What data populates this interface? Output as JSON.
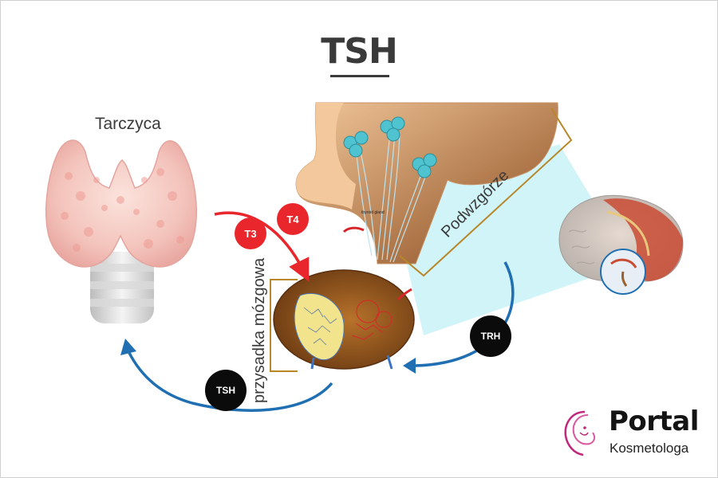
{
  "title": "TSH",
  "labels": {
    "thyroid": "Tarczyca",
    "hypothalamus": "Podwzgórze",
    "pituitary": "przysadka mózgowa",
    "tiny_label": "thyroid gland"
  },
  "hormones": {
    "t3": "T3",
    "t4": "T4",
    "trh": "TRH",
    "tsh": "TSH"
  },
  "logo": {
    "name": "Portal",
    "subtitle": "Kosmetologa"
  },
  "colors": {
    "arrow_red": "#e8262b",
    "arrow_blue": "#1f6fb2",
    "badge_black": "#0b0b0b",
    "bracket_gold": "#b8872a",
    "highlight_cyan": "#c9f2f7",
    "logo_pink": "#c0287a"
  }
}
